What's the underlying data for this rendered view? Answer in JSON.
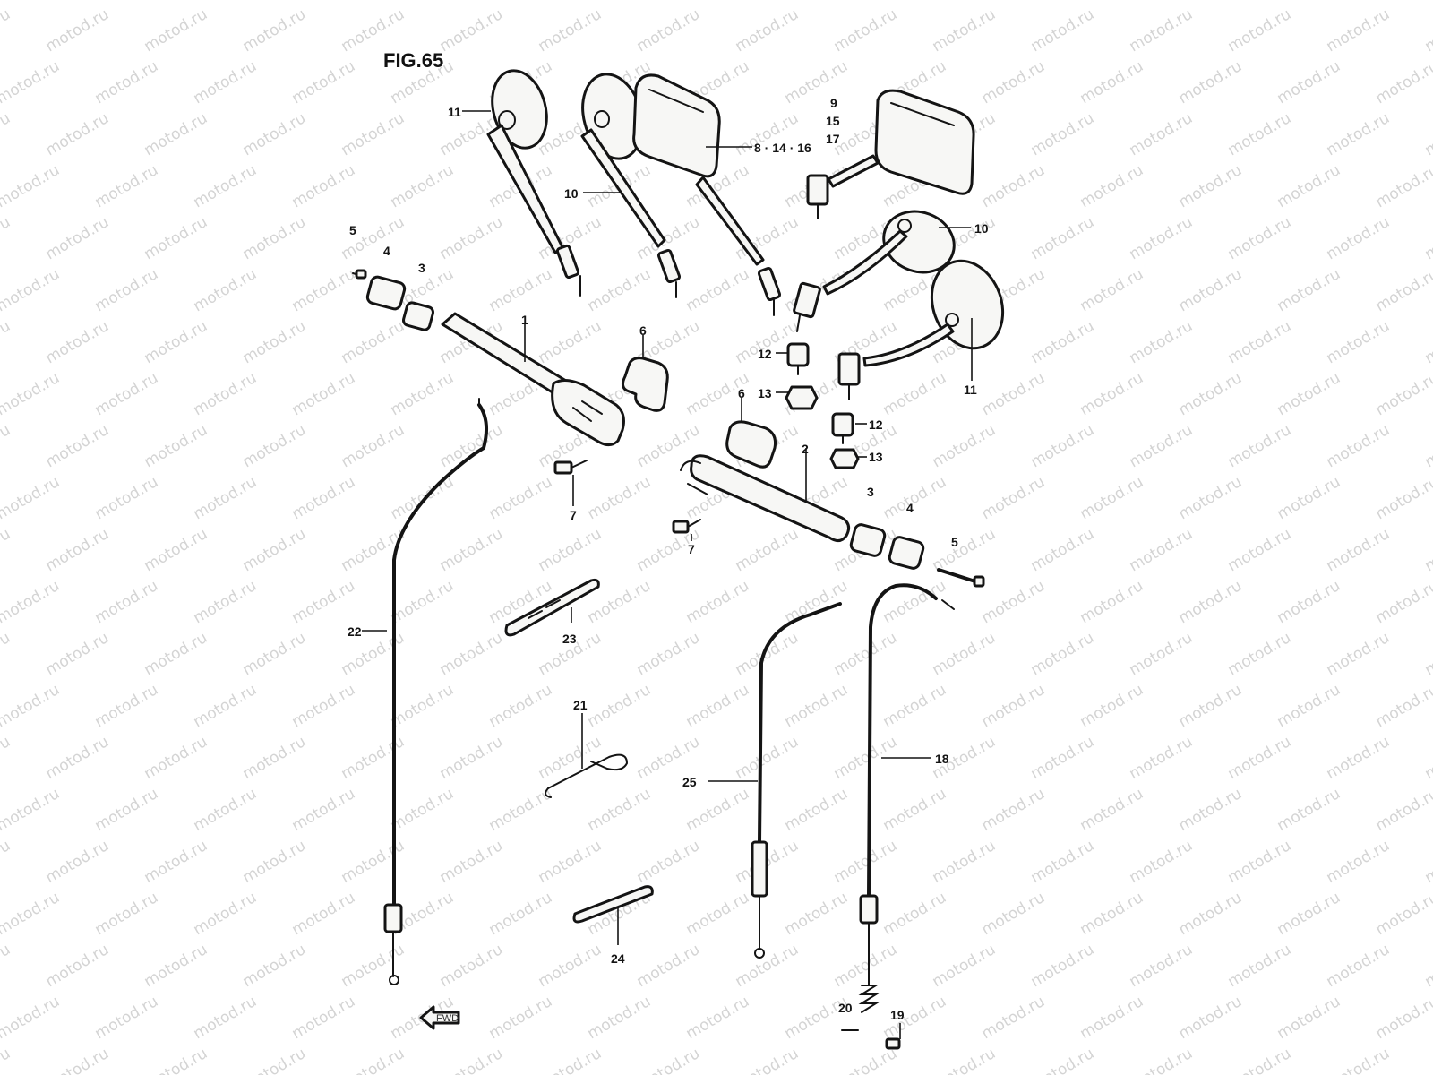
{
  "title": "FIG.65",
  "watermark": "motod.ru",
  "direction_marker": "FWD",
  "labels": {
    "p1": "1",
    "p2": "2",
    "p3a": "3",
    "p3b": "3",
    "p4a": "4",
    "p4b": "4",
    "p5a": "5",
    "p5b": "5",
    "p6a": "6",
    "p6b": "6",
    "p7a": "7",
    "p7b": "7",
    "p8": "8 · 14 · 16",
    "p9": "9",
    "p15": "15",
    "p17": "17",
    "p10a": "10",
    "p10b": "10",
    "p11a": "11",
    "p11b": "11",
    "p12a": "12",
    "p12b": "12",
    "p13a": "13",
    "p13b": "13",
    "p18": "18",
    "p19": "19",
    "p20": "20",
    "p21": "21",
    "p22": "22",
    "p23": "23",
    "p24": "24",
    "p25": "25"
  }
}
